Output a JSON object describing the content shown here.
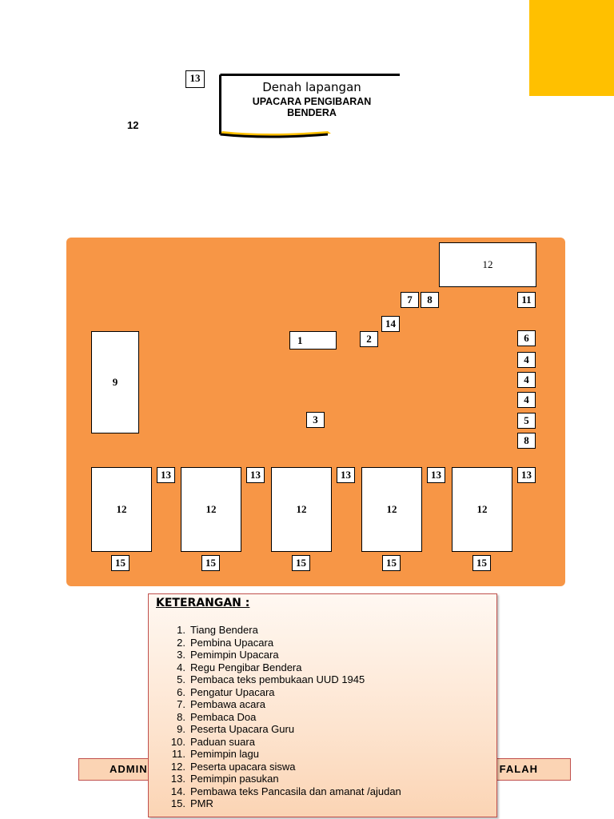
{
  "header": {
    "badge_13": "13",
    "label_12": "12",
    "title": "Denah lapangan",
    "subtitle_line1": "UPACARA PENGIBARAN",
    "subtitle_line2": "BENDERA"
  },
  "colors": {
    "field": "#f79646",
    "corner": "#ffc000",
    "legend_fill": "#fbd4b4",
    "legend_border": "#c0504d"
  },
  "field": {
    "top_block": "12",
    "items": {
      "n7": "7",
      "n8a": "8",
      "n11": "11",
      "n14": "14",
      "n1": "1",
      "n2": "2",
      "n6": "6",
      "n4a": "4",
      "n4b": "4",
      "n4c": "4",
      "n5": "5",
      "n8b": "8",
      "n9": "9",
      "n3": "3"
    },
    "columns": [
      {
        "block": "12",
        "side": "13",
        "bottom": "15"
      },
      {
        "block": "12",
        "side": "13",
        "bottom": "15"
      },
      {
        "block": "12",
        "side": "13",
        "bottom": "15"
      },
      {
        "block": "12",
        "side": "13",
        "bottom": "15"
      },
      {
        "block": "12",
        "side": "13",
        "bottom": "15"
      }
    ]
  },
  "footer": {
    "left_text": "ADMIN",
    "right_text": "FALAH"
  },
  "legend": {
    "heading": "KETERANGAN :",
    "items": [
      {
        "n": "1.",
        "label": "Tiang Bendera"
      },
      {
        "n": "2.",
        "label": "Pembina Upacara"
      },
      {
        "n": "3.",
        "label": "Pemimpin Upacara"
      },
      {
        "n": "4.",
        "label": "Regu Pengibar Bendera"
      },
      {
        "n": "5.",
        "label": "Pembaca teks pembukaan UUD 1945"
      },
      {
        "n": "6.",
        "label": "Pengatur Upacara"
      },
      {
        "n": "7.",
        "label": "Pembawa acara"
      },
      {
        "n": "8.",
        "label": "Pembaca Doa"
      },
      {
        "n": "9.",
        "label": "Peserta Upacara Guru"
      },
      {
        "n": "10.",
        "label": "Paduan suara"
      },
      {
        "n": "11.",
        "label": "Pemimpin lagu"
      },
      {
        "n": "12.",
        "label": "Peserta upacara siswa"
      },
      {
        "n": "13.",
        "label": "Pemimpin pasukan"
      },
      {
        "n": "14.",
        "label": "Pembawa teks Pancasila dan amanat /ajudan"
      },
      {
        "n": "15.",
        "label": "PMR"
      }
    ]
  }
}
